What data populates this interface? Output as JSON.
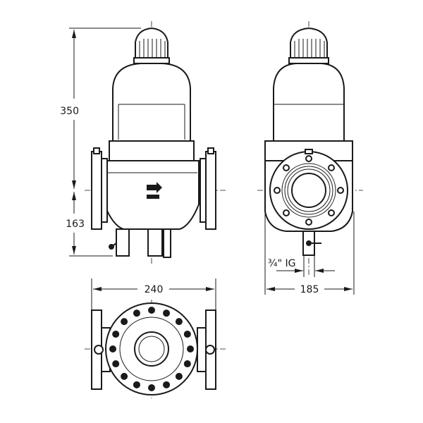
{
  "dimensions": {
    "total_height": "350",
    "lower_height": "163",
    "length": "240",
    "width": "185",
    "connection": "¾\" IG"
  },
  "colors": {
    "line": "#1a1a1a",
    "background": "#ffffff"
  }
}
